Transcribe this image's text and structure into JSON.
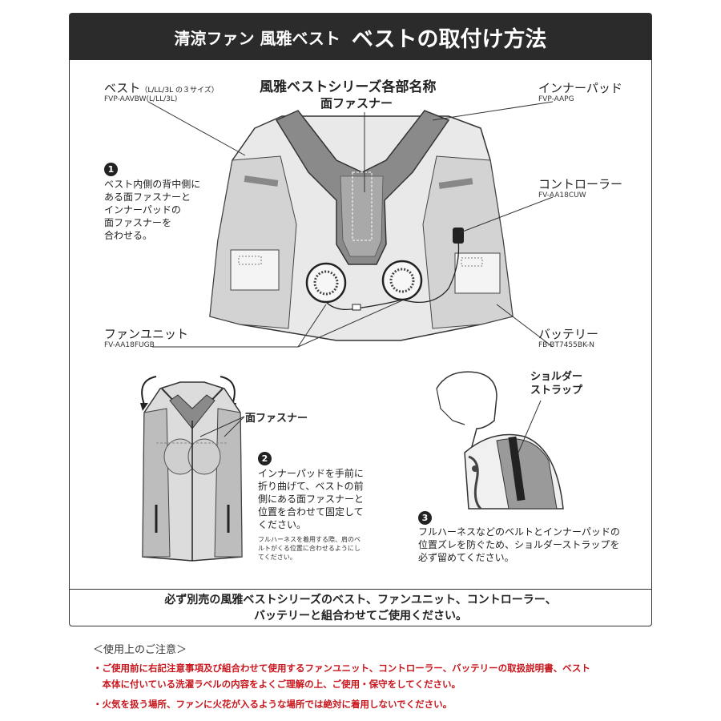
{
  "header": {
    "title_left": "清涼ファン 風雅ベスト",
    "title_right": "ベストの取付け方法"
  },
  "diagram": {
    "heading": "風雅ベストシリーズ各部名称",
    "velcro_label": "面ファスナー",
    "vest_label": "ベスト",
    "vest_sizes": "（L/LL/3L の３サイズ）",
    "vest_code": "FVP-AAVBW(L/LL/3L)",
    "inner_pad_label": "インナーパッド",
    "inner_pad_code": "FVP-AAPG",
    "controller_label": "コントローラー",
    "controller_code": "FV-AA18CUW",
    "fan_unit_label": "ファンユニット",
    "fan_unit_code": "FV-AA18FUGB",
    "battery_label": "バッテリー",
    "battery_code": "FB-BT7455BK-N"
  },
  "steps": {
    "step1": {
      "number": "1",
      "lines": [
        "ベスト内側の背中側に",
        "ある面ファスナーと",
        "インナーパッドの",
        "面ファスナーを",
        "合わせる。"
      ]
    },
    "step2": {
      "number": "2",
      "velcro_label": "面ファスナー",
      "lines": [
        "インナーパッドを手前に",
        "折り曲げて、ベストの前",
        "側にある面ファスナーと",
        "位置を合わせて固定して",
        "ください。"
      ],
      "note_lines": [
        "フルハーネスを着用する際、肩のベ",
        "ルトがくる位置に合わせるようにし",
        "てください。"
      ]
    },
    "step3": {
      "number": "3",
      "strap_label_lines": [
        "ショルダー",
        "ストラップ"
      ],
      "lines": [
        "フルハーネスなどのベルトとインナーパッドの",
        "位置ズレを防ぐため、ショルダーストラップを",
        "必ず留めてください。"
      ]
    }
  },
  "footer_notice": {
    "line1": "必ず別売の風雅ベストシリーズのベスト、ファンユニット、コントローラー、",
    "line2": "バッテリーと組合わせてご使用ください。"
  },
  "caution": {
    "heading": "＜使用上のご注意＞",
    "item1_line1": "・ご使用前に右記注意事項及び組合わせて使用するファンユニット、コントローラー、バッテリーの取扱説明書、ベスト",
    "item1_line2": "　本体に付いている洗濯ラベルの内容をよくご理解の上、ご使用・保守をしてください。",
    "item2": "・火気を扱う場所、ファンに火花が入るような場所では絶対に着用しないでください。"
  },
  "colors": {
    "title_bg": "#2b2b2b",
    "caution_red": "#c8161d",
    "vest_gray": "#bdbdbd",
    "pad_gray": "#8a8a8a"
  }
}
